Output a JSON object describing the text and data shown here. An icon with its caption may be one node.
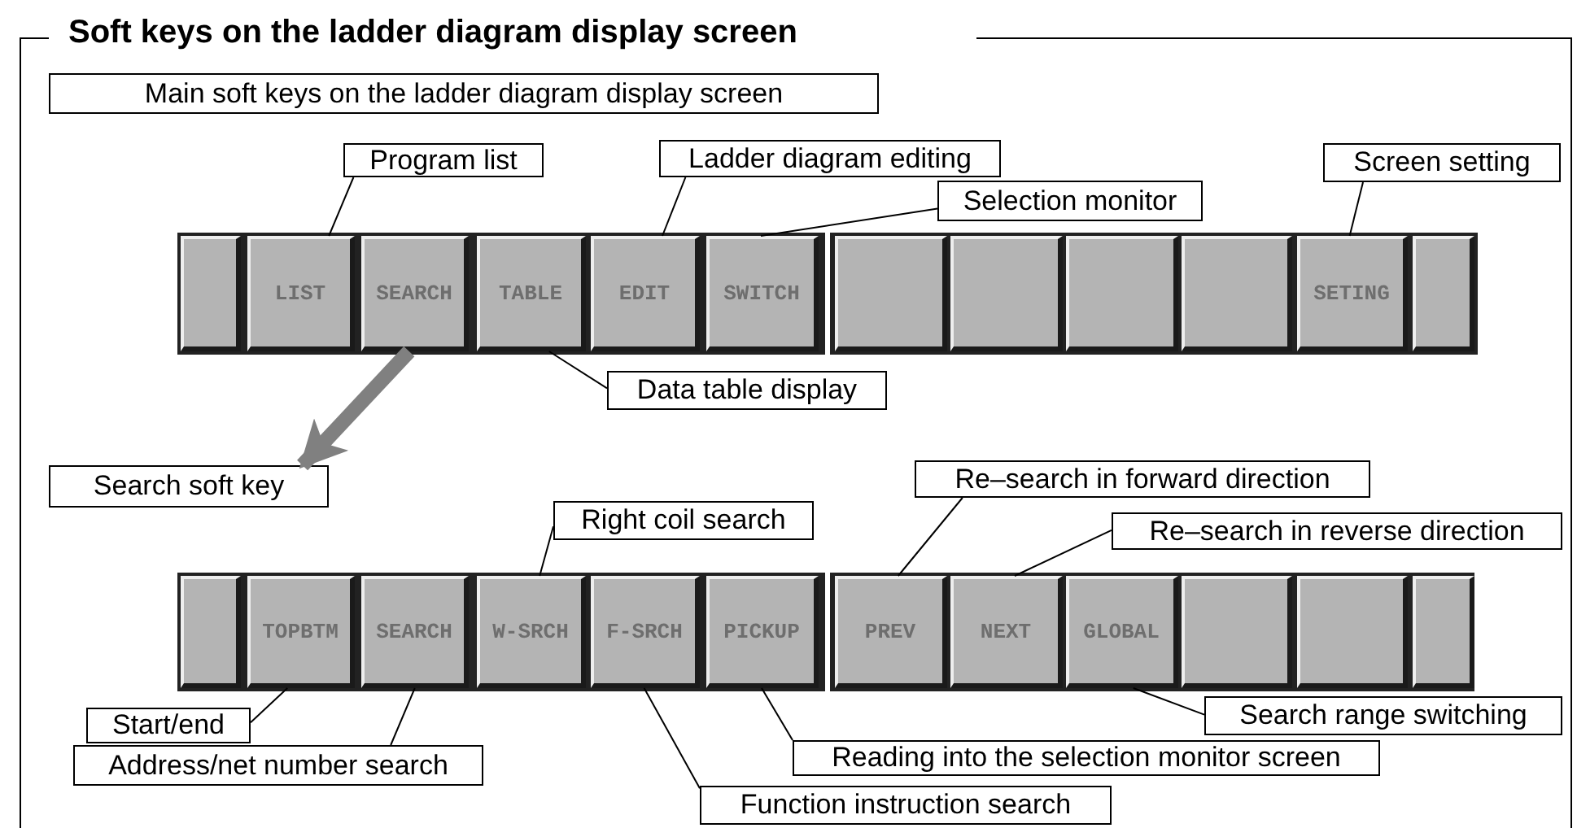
{
  "diagram": {
    "title": "Soft keys on the ladder diagram display screen",
    "nodes": [
      {
        "text": [
          "Main soft keys on the ladder diagram display screen"
        ]
      },
      {
        "text": [
          "Program list"
        ]
      },
      {
        "text": [
          "Ladder diagram editing"
        ]
      },
      {
        "text": [
          "Screen setting"
        ]
      },
      {
        "text": [
          "Selection monitor"
        ]
      },
      {
        "text": [],
        "shape": "box"
      },
      {
        "text": [
          "LIST"
        ]
      },
      {
        "text": [
          "SEARCH"
        ]
      },
      {
        "text": [
          "TABLE"
        ]
      },
      {
        "text": [
          "EDIT"
        ]
      },
      {
        "text": [
          "SWITCH"
        ]
      },
      {
        "text": [],
        "shape": "box"
      },
      {
        "text": [],
        "shape": "box"
      },
      {
        "text": [],
        "shape": "box"
      },
      {
        "text": [],
        "shape": "box"
      },
      {
        "text": [
          "SETING"
        ]
      },
      {
        "text": [],
        "shape": "box"
      },
      {
        "text": [
          "Data table display"
        ]
      },
      {
        "text": [
          "Search soft key"
        ]
      },
      {
        "text": [
          "Re–search in forward direction"
        ]
      },
      {
        "text": [
          "Re–search in reverse direction"
        ]
      },
      {
        "text": [
          "Right coil search"
        ]
      },
      {
        "text": [],
        "shape": "box"
      },
      {
        "text": [
          "TOPBTM"
        ]
      },
      {
        "text": [
          "SEARCH"
        ]
      },
      {
        "text": [
          "W-SRCH"
        ]
      },
      {
        "text": [
          "F-SRCH"
        ]
      },
      {
        "text": [
          "PICKUP"
        ]
      },
      {
        "text": [
          "PREV"
        ]
      },
      {
        "text": [
          "NEXT"
        ]
      },
      {
        "text": [
          "GLOBAL"
        ]
      },
      {
        "text": [],
        "shape": "box"
      },
      {
        "text": [],
        "shape": "box"
      },
      {
        "text": [],
        "shape": "box"
      },
      {
        "text": [
          "Search range switching"
        ]
      },
      {
        "text": [
          "Start/end"
        ]
      },
      {
        "text": [
          "Reading into the selection monitor screen"
        ]
      },
      {
        "text": [
          "Address/net number search"
        ]
      },
      {
        "text": [
          "Function instruction search"
        ]
      }
    ],
    "edges": [
      {
        "from": 1,
        "to": 6,
        "arrow": "none"
      },
      {
        "from": 2,
        "to": 9,
        "arrow": "none"
      },
      {
        "from": 4,
        "to": 10,
        "arrow": "none"
      },
      {
        "from": 3,
        "to": 15,
        "arrow": "none"
      },
      {
        "from": 17,
        "to": 8,
        "arrow": "none"
      },
      {
        "from": 7,
        "to": 18,
        "arrow": "to",
        "style": "thick",
        "color": "#808080"
      },
      {
        "from": 21,
        "to": 25,
        "arrow": "none"
      },
      {
        "from": 19,
        "to": 28,
        "arrow": "none"
      },
      {
        "from": 20,
        "to": 29,
        "arrow": "none"
      },
      {
        "from": 35,
        "to": 23,
        "arrow": "none"
      },
      {
        "from": 37,
        "to": 24,
        "arrow": "none"
      },
      {
        "from": 38,
        "to": 26,
        "arrow": "none"
      },
      {
        "from": 36,
        "to": 27,
        "arrow": "none"
      },
      {
        "from": 34,
        "to": 30,
        "arrow": "none"
      }
    ]
  }
}
